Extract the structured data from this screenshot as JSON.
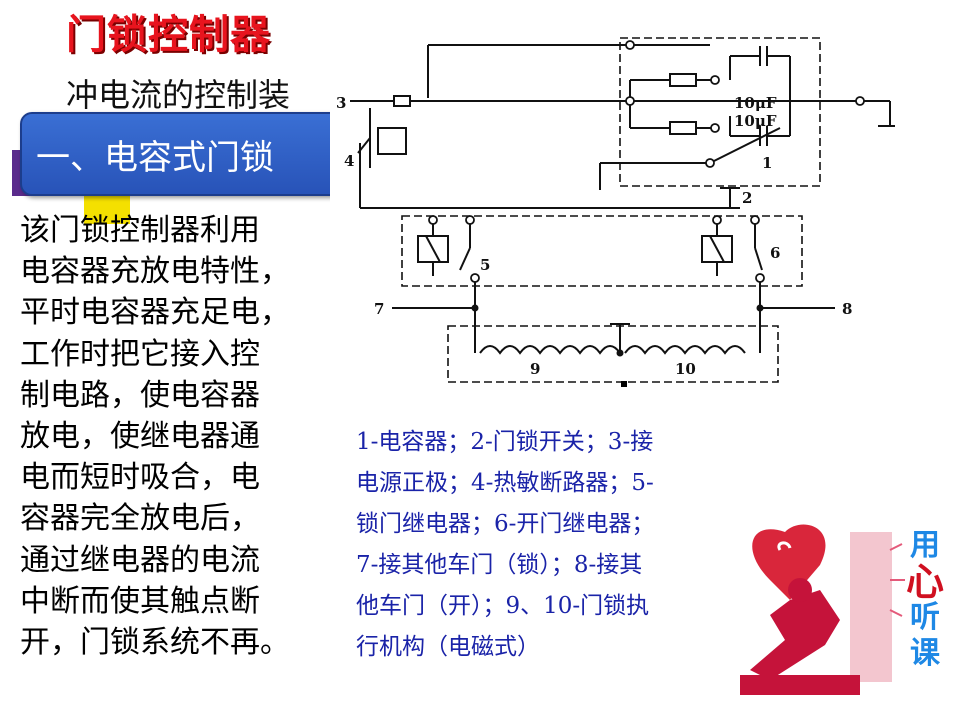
{
  "slide": {
    "title": "门锁控制器",
    "intro": "冲电流的控制装",
    "section_heading": "一、电容式门锁",
    "body_lines": [
      "该门锁控制器利用",
      "电容器充放电特性，",
      "平时电容器充足电，",
      "工作时把它接入控",
      "制电路，使电容器",
      "放电，使继电器通",
      "电而短时吸合，电",
      "容器完全放电后，",
      "通过继电器的电流",
      "中断而使其触点断",
      "开，门锁系统不再。"
    ],
    "caption_lines": [
      "1-电容器；2-门锁开关；3-接",
      "电源正极；4-热敏断路器；5-",
      "锁门继电器；6-开门继电器；",
      "7-接其他车门（锁）；8-接其",
      "他车门（开）；9、10-门锁执",
      "行机构（电磁式）"
    ]
  },
  "diagram": {
    "labels": {
      "n1": "1",
      "n2": "2",
      "n3": "3",
      "n4": "4",
      "n5": "5",
      "n6": "6",
      "n7": "7",
      "n8": "8",
      "n9": "9",
      "n10": "10",
      "cap1": "10μF",
      "cap2": "10μF"
    }
  },
  "logo": {
    "slogan": [
      "用",
      "心",
      "听",
      "课"
    ],
    "colors": {
      "heart": "#d9263b",
      "figure": "#c5133a",
      "slogan_blue": "#1e88e5"
    }
  },
  "colors": {
    "title_red": "#e8141e",
    "banner_blue": "#2f62c6",
    "caption_blue": "#1a23a8"
  }
}
